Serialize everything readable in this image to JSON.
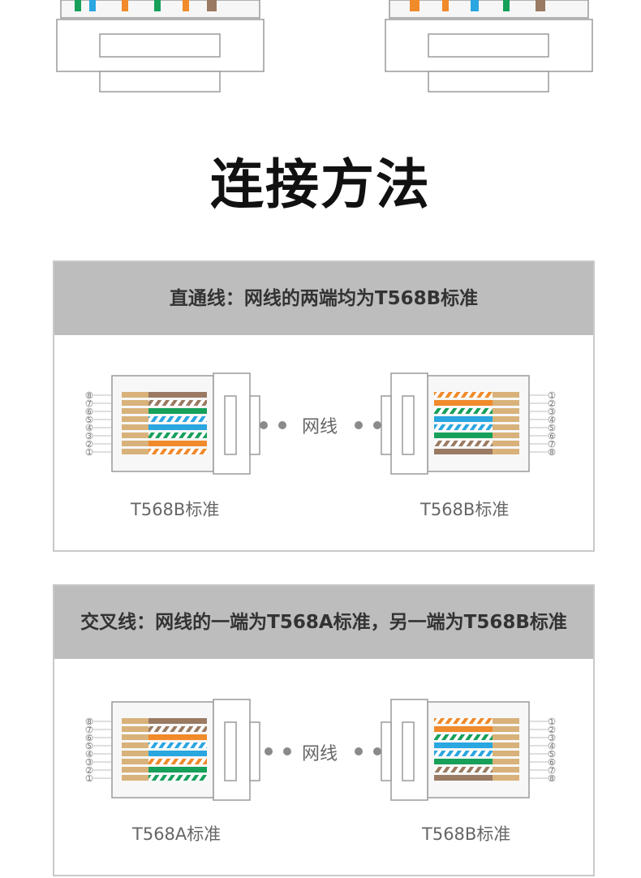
{
  "heading": "连接方法",
  "straight": {
    "title": "直通线：网线的两端均为T568B标准",
    "left_label": "T568B标准",
    "right_label": "T568B标准",
    "cable_label": "网线"
  },
  "crossover": {
    "title": "交叉线：网线的一端为T568A标准，另一端为T568B标准",
    "left_label": "T568A标准",
    "right_label": "T568B标准",
    "cable_label": "网线"
  },
  "pins": {
    "left": [
      "8",
      "7",
      "6",
      "5",
      "4",
      "3",
      "2",
      "1"
    ],
    "right": [
      "1",
      "2",
      "3",
      "4",
      "5",
      "6",
      "7",
      "8"
    ]
  },
  "colors": {
    "orange": "#f08a2a",
    "green": "#16a05a",
    "blue": "#2aa6e0",
    "brown": "#9a7a62",
    "tan": "#d8b27a",
    "panel_header": "#bdbdbd",
    "panel_border": "#c9c9c9"
  },
  "wiring": {
    "t568b_top_to_bottom_left": [
      "brown",
      "brown-stripe",
      "green",
      "blue-stripe",
      "blue",
      "green-stripe",
      "orange",
      "orange-stripe"
    ],
    "t568b_top_to_bottom_right": [
      "orange-stripe",
      "orange",
      "green-stripe",
      "blue",
      "blue-stripe",
      "green",
      "brown-stripe",
      "brown"
    ],
    "t568a_top_to_bottom_left": [
      "brown",
      "brown-stripe",
      "orange",
      "blue-stripe",
      "blue",
      "orange-stripe",
      "green",
      "green-stripe"
    ]
  }
}
